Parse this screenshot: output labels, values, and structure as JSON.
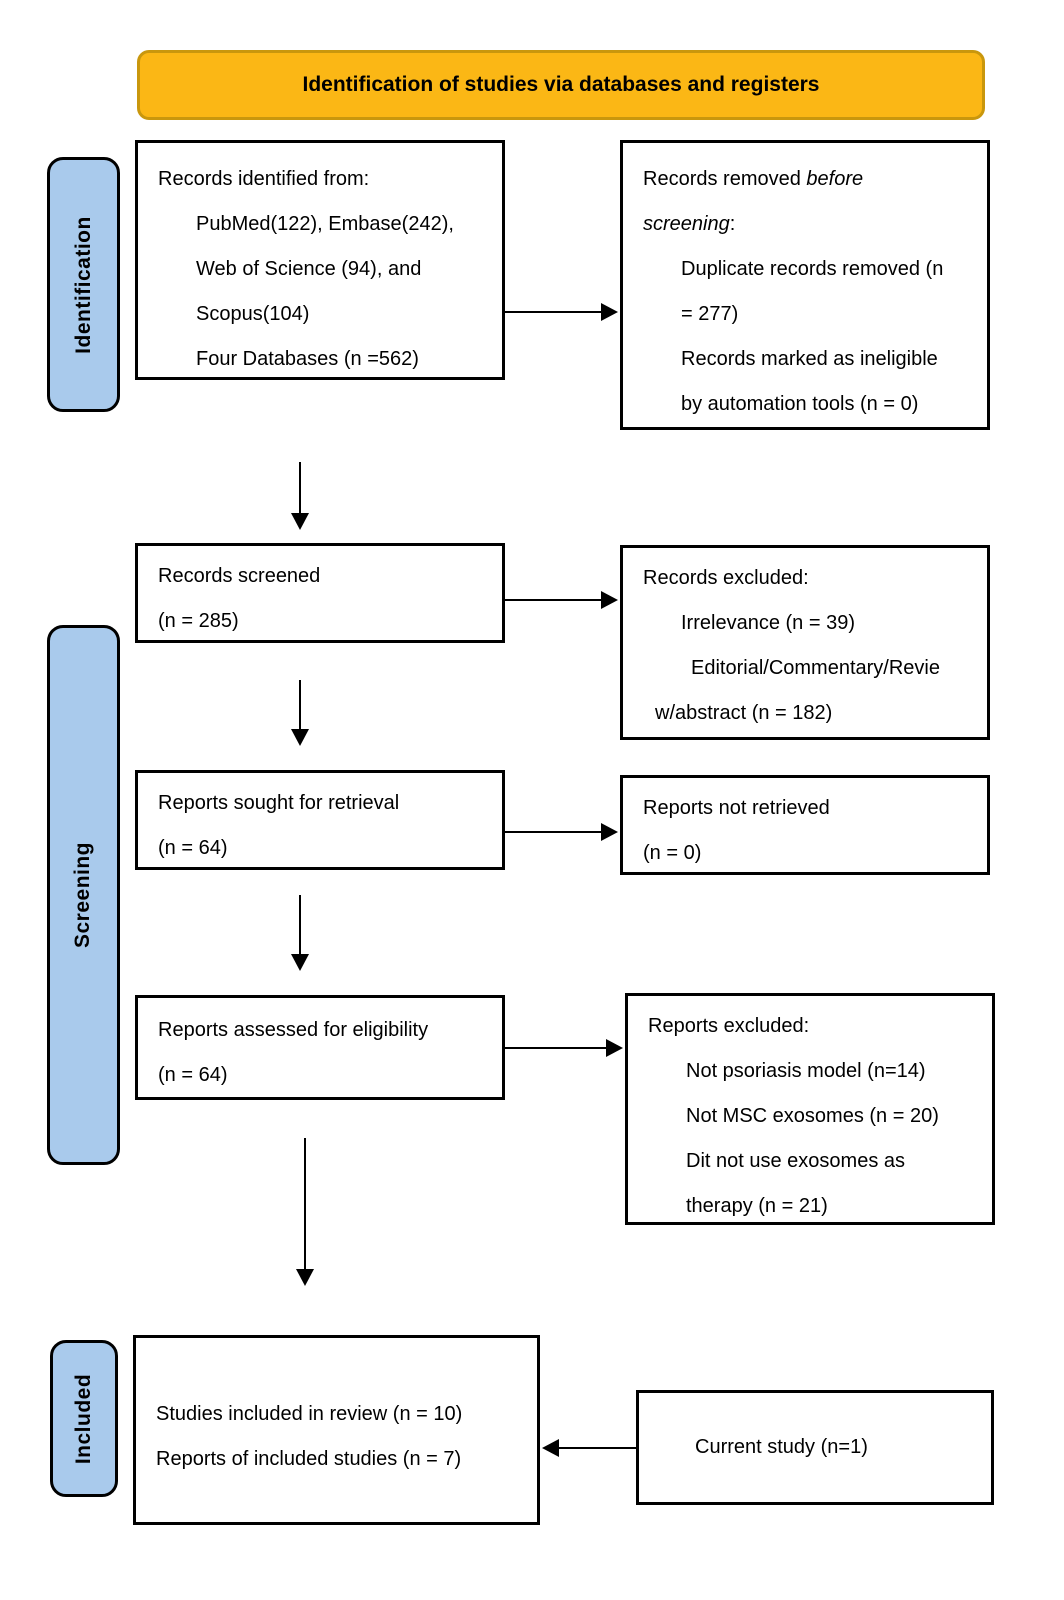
{
  "header": {
    "title": "Identification of studies via databases and registers"
  },
  "stages": {
    "identification": "Identification",
    "screening": "Screening",
    "included": "Included"
  },
  "boxes": {
    "records_identified": {
      "line1": "Records identified from:",
      "line2": "PubMed(122), Embase(242),",
      "line3": "Web of Science (94), and",
      "line4": "Scopus(104)",
      "line5": "Four Databases (n =562)"
    },
    "records_removed": {
      "line1_normal": "Records removed ",
      "line1_italic": "before",
      "line2_italic": "screening",
      "line2_normal": ":",
      "line3": "Duplicate records removed (n",
      "line4": "= 277)",
      "line5": "Records marked as ineligible",
      "line6": "by automation tools (n = 0)"
    },
    "records_screened": {
      "line1": "Records screened",
      "line2": "(n = 285)"
    },
    "records_excluded": {
      "line1": "Records excluded:",
      "line2": "Irrelevance (n = 39)",
      "line3": "Editorial/Commentary/Revie",
      "line4": "w/abstract (n = 182)"
    },
    "reports_sought": {
      "line1": "Reports sought for retrieval",
      "line2": "(n = 64)"
    },
    "reports_not_retrieved": {
      "line1": "Reports not retrieved",
      "line2": "(n = 0)"
    },
    "reports_assessed": {
      "line1": "Reports assessed for eligibility",
      "line2": "(n = 64)"
    },
    "reports_excluded": {
      "line1": "Reports excluded:",
      "line2": "Not psoriasis model (n=14)",
      "line3": "Not MSC exosomes (n = 20)",
      "line4": "Dit not use exosomes as",
      "line5": "therapy (n = 21)"
    },
    "studies_included": {
      "line1": "Studies included in review (n = 10)",
      "line2": "Reports of included studies (n = 7)"
    },
    "current_study": {
      "line1": "Current study (n=1)"
    }
  },
  "colors": {
    "banner_fill": "#FBB715",
    "banner_border": "#C9970D",
    "stage_fill": "#A9CAEC",
    "stage_border": "#000000",
    "line_color": "#000000"
  }
}
